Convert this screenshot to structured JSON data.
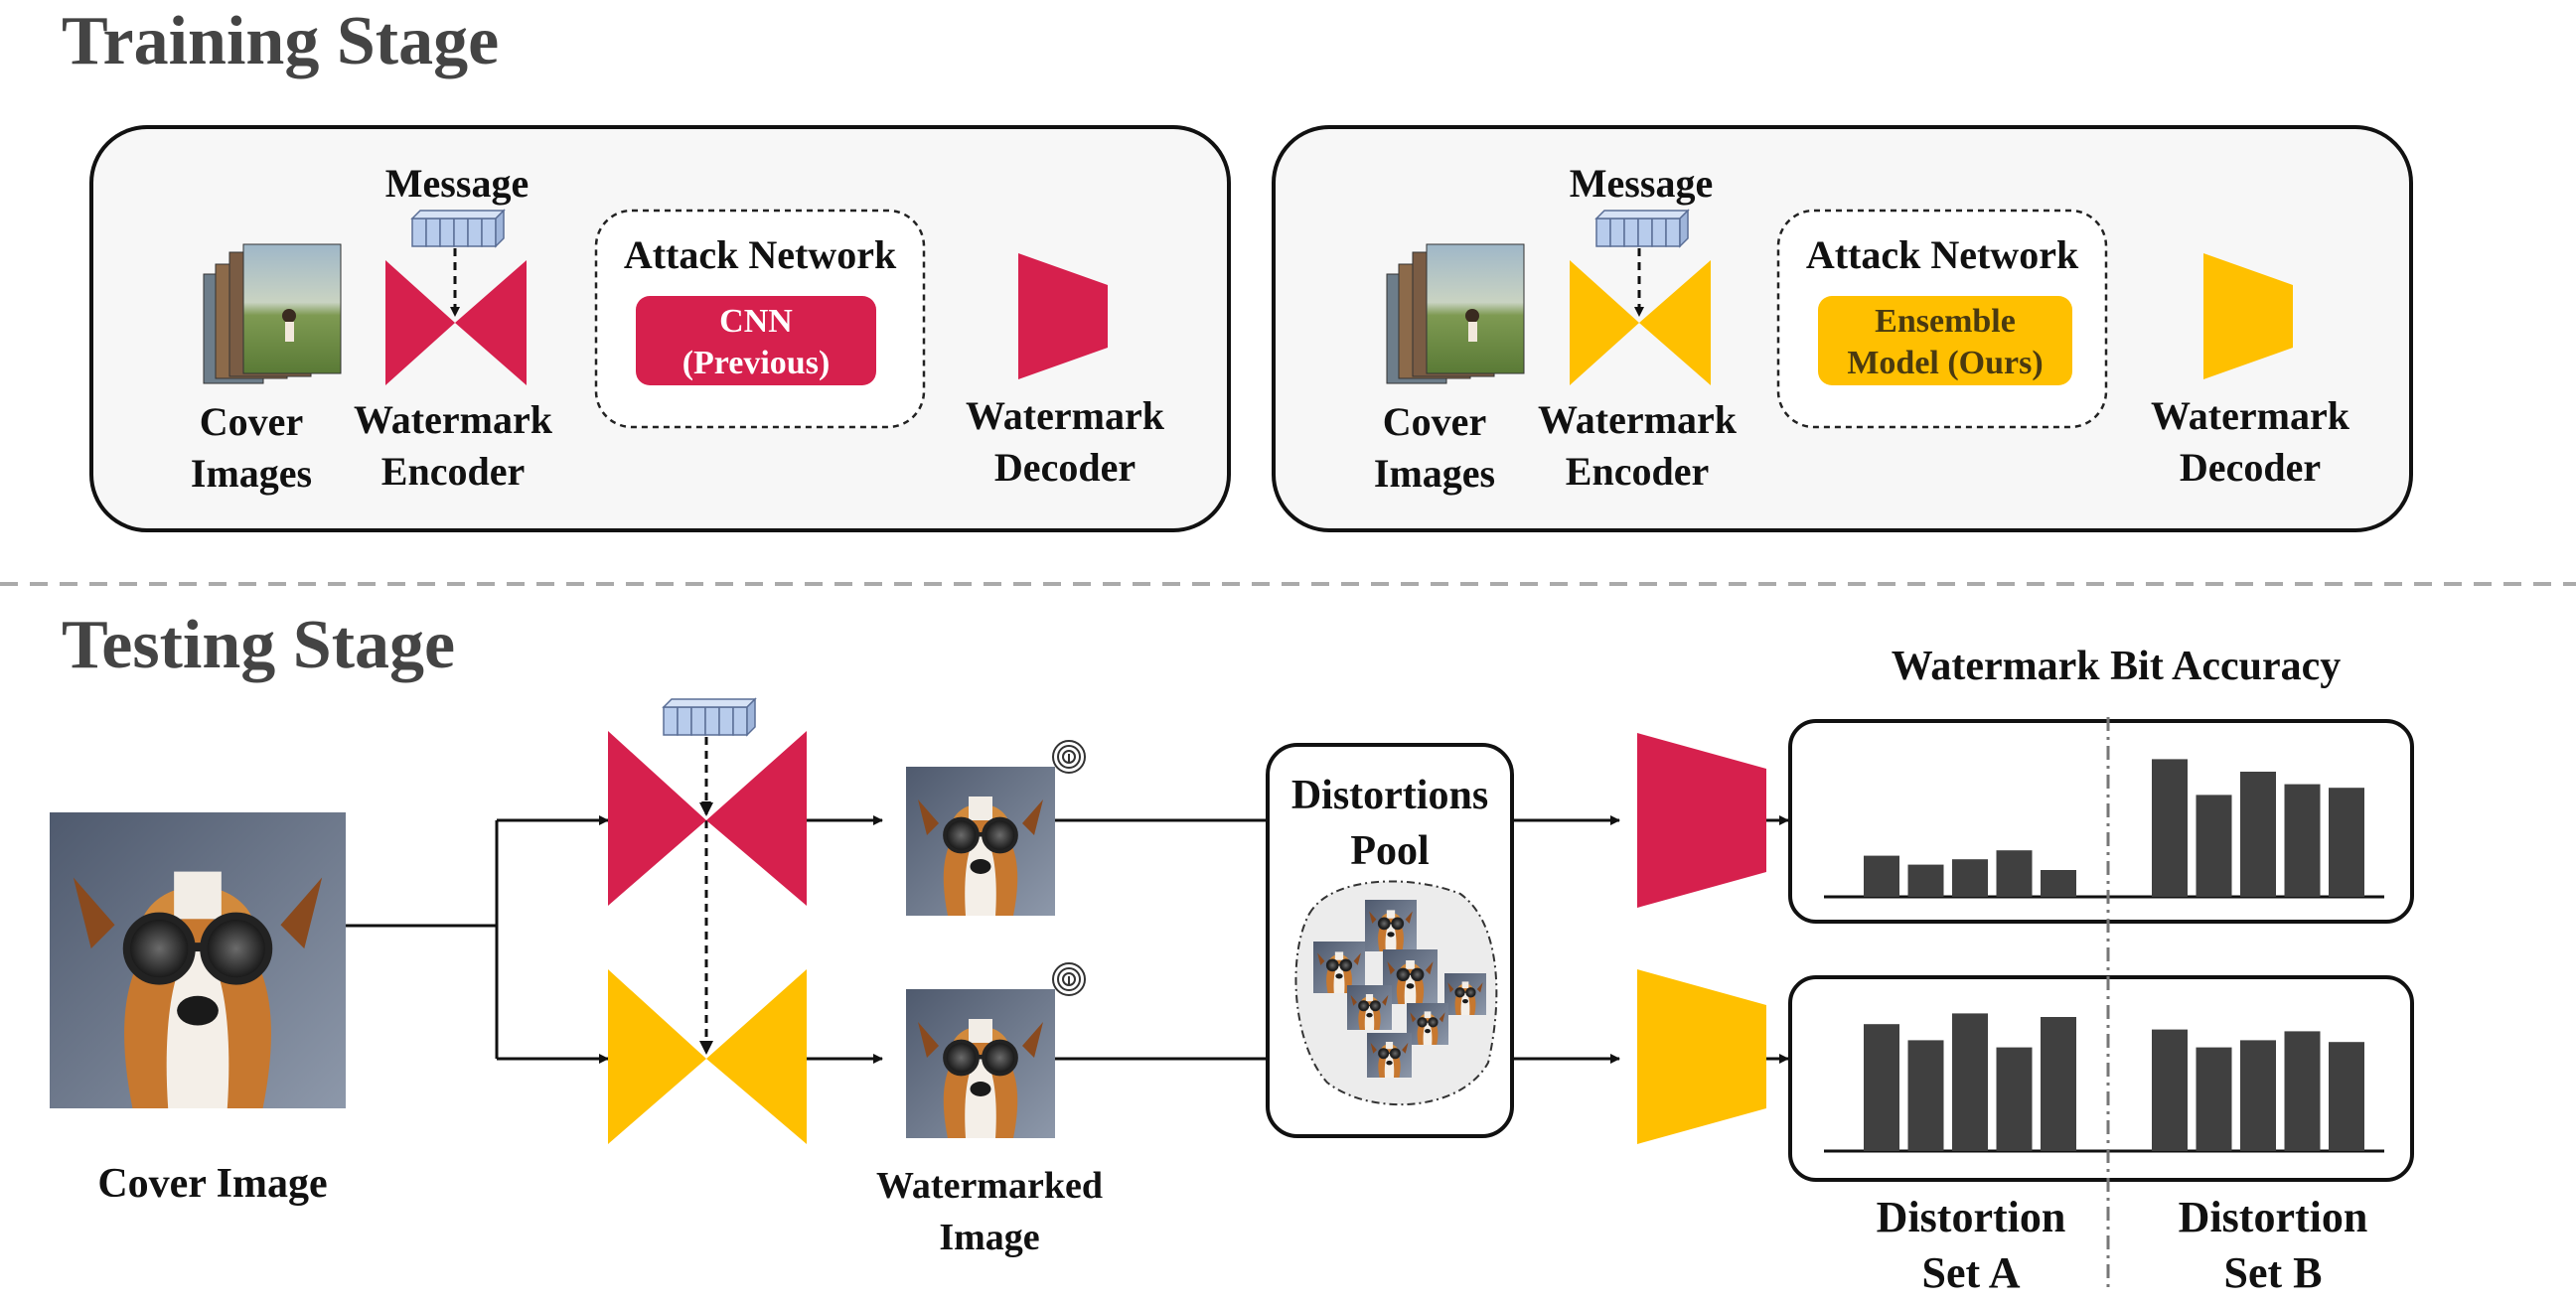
{
  "headings": {
    "training": "Training Stage",
    "testing": "Testing  Stage"
  },
  "colors": {
    "previous": "#D6204D",
    "ours": "#FFC000",
    "bar": "#404040",
    "message": "#B8CCEC"
  },
  "training": {
    "previous": {
      "message": "Message",
      "cover_line1": "Cover",
      "cover_line2": "Images",
      "encoder_line1": "Watermark",
      "encoder_line2": "Encoder",
      "attack_title": "Attack Network",
      "attack_line1": "CNN",
      "attack_line2": "(Previous)",
      "decoder_line1": "Watermark",
      "decoder_line2": "Decoder"
    },
    "ours": {
      "message": "Message",
      "cover_line1": "Cover",
      "cover_line2": "Images",
      "encoder_line1": "Watermark",
      "encoder_line2": "Encoder",
      "attack_title": "Attack Network",
      "attack_line1": "Ensemble",
      "attack_line2": "Model (Ours)",
      "decoder_line1": "Watermark",
      "decoder_line2": "Decoder"
    }
  },
  "testing": {
    "cover_image": "Cover Image",
    "watermarked_line1": "Watermarked",
    "watermarked_line2": "Image",
    "pool_line1": "Distortions",
    "pool_line2": "Pool",
    "accuracy_title": "Watermark Bit Accuracy",
    "set_a_line1": "Distortion",
    "set_a_line2": "Set A",
    "set_b_line1": "Distortion",
    "set_b_line2": "Set B"
  },
  "chart_data": [
    {
      "type": "bar",
      "title": "",
      "groups": [
        "Distortion Set A",
        "Distortion Set B"
      ],
      "series": [
        {
          "values": [
            0.23,
            0.18,
            0.21,
            0.26,
            0.15
          ]
        },
        {
          "values": [
            0.77,
            0.57,
            0.7,
            0.63,
            0.61
          ]
        }
      ],
      "ylim": [
        0,
        1
      ]
    },
    {
      "type": "bar",
      "title": "",
      "groups": [
        "Distortion Set A",
        "Distortion Set B"
      ],
      "series": [
        {
          "values": [
            0.71,
            0.62,
            0.77,
            0.58,
            0.75
          ]
        },
        {
          "values": [
            0.68,
            0.58,
            0.62,
            0.67,
            0.61
          ]
        }
      ],
      "ylim": [
        0,
        1
      ]
    }
  ]
}
